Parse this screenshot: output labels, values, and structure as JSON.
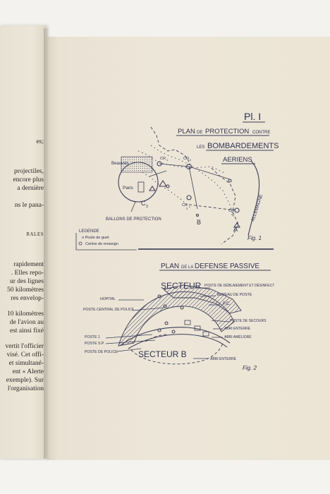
{
  "left_page": {
    "fragments": [
      "es;",
      "projectiles,",
      "encore plus",
      "a dernière",
      "ns le pana-",
      "RALES",
      "rapidement",
      ". Elles repo-",
      "ur des lignes",
      "50 kilomètres",
      "res envelop-",
      "10 kilomètres",
      "de l'avion au",
      "est ainsi fixé",
      "vertit l'officier",
      "visé. Cet offi-",
      "et simultané-",
      "ent « Alerte",
      "exemple). Sur",
      "l'organisation"
    ]
  },
  "plate": {
    "number": "Pl. I",
    "fig1": {
      "title_line1_a": "PLAN",
      "title_line1_b": "DE",
      "title_line1_c": "PROTECTION",
      "title_line1_d": "CONTRE",
      "title_line2_a": "LES",
      "title_line2_b": "BOMBARDEMENTS",
      "title_line3": "AERIENS",
      "labels": {
        "beauvais": "Beauvais",
        "paris": "Paris",
        "c": "C",
        "c_sub": "3",
        "a": "A",
        "b": "B",
        "cr1": "CR",
        "cr1_sub": "1",
        "cr2": "CR",
        "cr2_sub": "2",
        "cr3": "CR",
        "cr3_sub": "3",
        "cr4": "CR",
        "cr4_sub": "4",
        "allemagne": "ALLEMAGNE",
        "ballons": "BALLONS DE PROTECTION"
      },
      "legend_title": "LEGENDE",
      "legend_item1": "o Poste de guet",
      "legend_item2": "Centre de renseign",
      "caption": "Fig. 1"
    },
    "fig2": {
      "title_a": "PLAN",
      "title_b": "DE LA",
      "title_c": "DEFENSE",
      "title_d": "PASSIVE",
      "secteur_a": "SECTEUR",
      "secteur_b": "SECTEUR B",
      "labels": {
        "hopital": "HOPITAL",
        "poste_central": "POSTE CENTRAL DE POLICE",
        "poste_deblaiement": "POSTE DE DÉBLAIEMENT ET DÉSINFECT",
        "bureau_poste": "BUREAU DE POSTE",
        "pc": "P.C.",
        "poste1": "POSTE 1",
        "poste_sp": "POSTE S.P.",
        "poste_police": "POSTE DE POLICE",
        "poste_secours": "POSTE DE SECOURS",
        "abri_enterre1": "ABRI ENTERRÉ",
        "abri_ameliore": "ABRI AMÉLIORÉ",
        "abri_enterre2": "ABRI ENTERRÉ"
      },
      "caption": "Fig. 2"
    }
  }
}
